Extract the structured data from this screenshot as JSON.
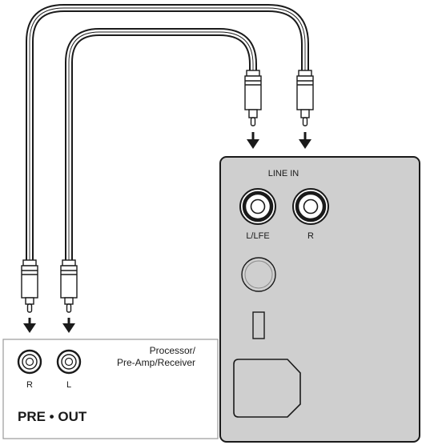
{
  "subwoofer_panel": {
    "line_in_label": "LINE IN",
    "left_jack_label": "L/LFE",
    "right_jack_label": "R"
  },
  "source_device": {
    "name_line1": "Processor/",
    "name_line2": "Pre-Amp/Receiver",
    "right_jack_label": "R",
    "left_jack_label": "L",
    "output_label": "PRE • OUT"
  },
  "colors": {
    "panel_fill": "#cfcfcf",
    "line": "#1a1a1a",
    "box_border": "#9a9a9a"
  }
}
